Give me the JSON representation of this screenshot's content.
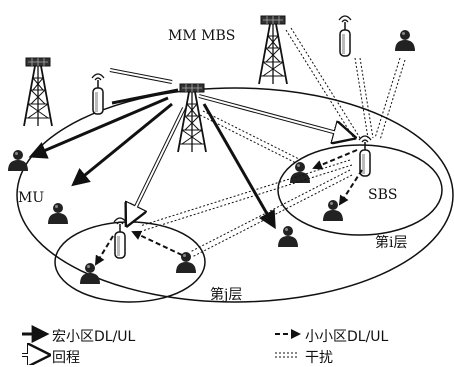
{
  "labels": {
    "mm_mbs": "MM MBS",
    "sbs": "SBS",
    "mu": "MU",
    "tier_i": "第i层",
    "tier_j": "第j层"
  },
  "legend": {
    "macro_link": "宏小区DL/UL",
    "small_link": "小小区DL/UL",
    "backhaul": "回程",
    "interference": "干扰"
  },
  "colors": {
    "line": "#111111",
    "background": "#ffffff"
  }
}
